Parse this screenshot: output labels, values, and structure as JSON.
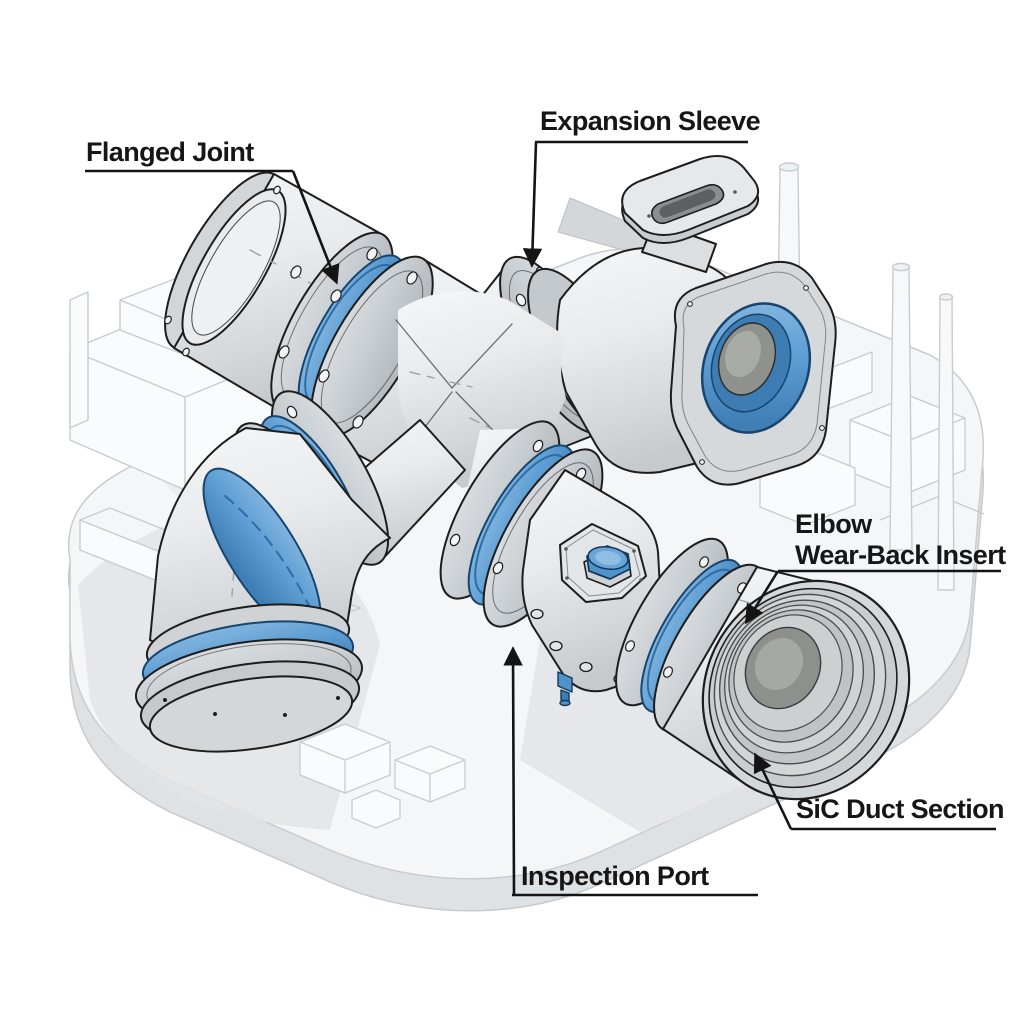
{
  "callouts": {
    "flanged_joint": "Flanged Joint",
    "expansion_sleeve": "Expansion Sleeve",
    "elbow_wear_back_line1": "Elbow",
    "elbow_wear_back_line2": "Wear-Back Insert",
    "sic_duct_section": "SiC Duct Section",
    "inspection_port": "Inspection Port"
  },
  "colors": {
    "gasket_blue": "#5f9fd4",
    "gasket_blue_dark": "#2e6da4",
    "plug_blue": "#4f93cb",
    "outline_black": "#1d1d1d",
    "pipe_gray": "#e9ebed",
    "flange_gray": "#ccd0d4",
    "duct_interior_gray": "#8e908c",
    "background_line_gray": "#c8ccd0",
    "platform_gray": "#f4f6f7",
    "shadow_gray": "#e2e4e6",
    "label_text": "#161616"
  }
}
